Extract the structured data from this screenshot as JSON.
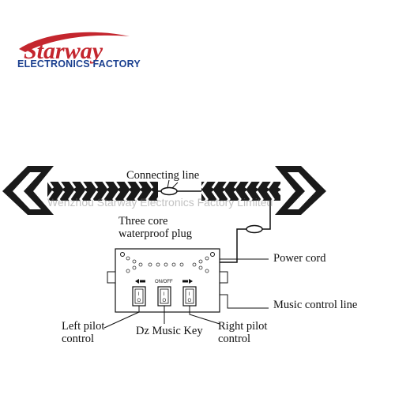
{
  "logo": {
    "brand": "Starway",
    "subtitle": "ELECTRONICS FACTORY",
    "colors": {
      "brand_red": "#c4262e",
      "brand_blue": "#1a3f8f"
    }
  },
  "diagram": {
    "labels": {
      "connecting_line": "Connecting line",
      "three_core_1": "Three core",
      "three_core_2": "waterproof plug",
      "power_cord": "Power cord",
      "music_control": "Music control line",
      "left_pilot_1": "Left pilot",
      "left_pilot_2": "control",
      "dz_music": "Dz Music Key",
      "right_pilot_1": "Right pilot",
      "right_pilot_2": "control"
    },
    "controller": {
      "onoff_label": "ON/OFF",
      "switch_on": "I",
      "switch_off": "O"
    }
  },
  "watermark": "Wenzhou Starway Electronics Factory Limited"
}
